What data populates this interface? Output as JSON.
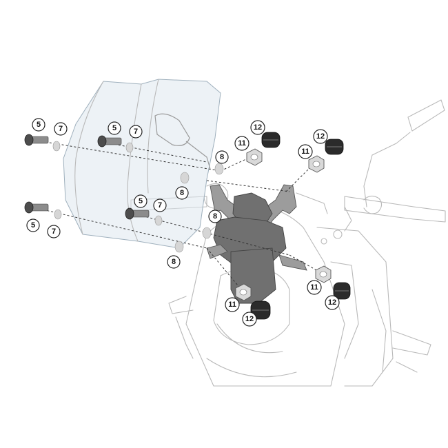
{
  "callouts": [
    {
      "id": "c1",
      "label": "5"
    },
    {
      "id": "c2",
      "label": "7"
    },
    {
      "id": "c3",
      "label": "5"
    },
    {
      "id": "c4",
      "label": "7"
    },
    {
      "id": "c5",
      "label": "5"
    },
    {
      "id": "c6",
      "label": "7"
    },
    {
      "id": "c7",
      "label": "5"
    },
    {
      "id": "c8",
      "label": "7"
    },
    {
      "id": "c9",
      "label": "8"
    },
    {
      "id": "c10",
      "label": "8"
    },
    {
      "id": "c11",
      "label": "8"
    },
    {
      "id": "c12",
      "label": "8"
    },
    {
      "id": "c13",
      "label": "12"
    },
    {
      "id": "c14",
      "label": "11"
    },
    {
      "id": "c15",
      "label": "12"
    },
    {
      "id": "c16",
      "label": "11"
    },
    {
      "id": "c17",
      "label": "11"
    },
    {
      "id": "c18",
      "label": "12"
    },
    {
      "id": "c19",
      "label": "11"
    },
    {
      "id": "c20",
      "label": "12"
    }
  ]
}
